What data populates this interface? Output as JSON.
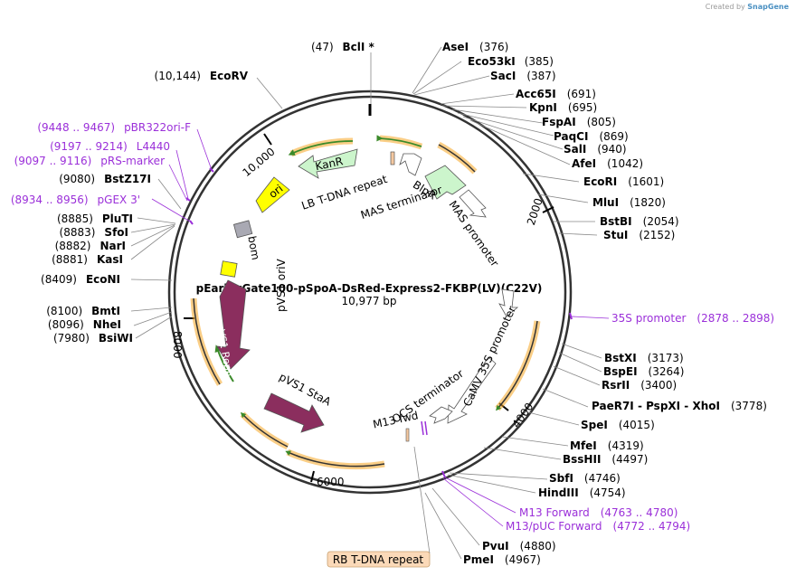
{
  "credit": {
    "prefix": "Created by",
    "brand": "SnapGene"
  },
  "plasmid": {
    "name": "pEarleyGate100-pSpoA-DsRed-Express2-FKBP(LV)(C22V)",
    "length": "10,977 bp"
  },
  "ticks": [
    "10,000",
    "2000",
    "4000",
    "6000",
    "8000"
  ],
  "sites": [
    {
      "pos": "(47)",
      "name": "BclI *"
    },
    {
      "name": "AseI",
      "pos": "(376)"
    },
    {
      "name": "Eco53kI",
      "pos": "(385)"
    },
    {
      "name": "SacI",
      "pos": "(387)"
    },
    {
      "name": "Acc65I",
      "pos": "(691)"
    },
    {
      "name": "KpnI",
      "pos": "(695)"
    },
    {
      "name": "FspAI",
      "pos": "(805)"
    },
    {
      "name": "PaqCI",
      "pos": "(869)"
    },
    {
      "name": "SalI",
      "pos": "(940)"
    },
    {
      "name": "AfeI",
      "pos": "(1042)"
    },
    {
      "name": "EcoRI",
      "pos": "(1601)"
    },
    {
      "name": "MluI",
      "pos": "(1820)"
    },
    {
      "name": "BstBI",
      "pos": "(2054)"
    },
    {
      "name": "StuI",
      "pos": "(2152)"
    },
    {
      "name": "BstXI",
      "pos": "(3173)"
    },
    {
      "name": "BspEI",
      "pos": "(3264)"
    },
    {
      "name": "RsrII",
      "pos": "(3400)"
    },
    {
      "name": "PaeR7I - PspXI - XhoI",
      "pos": "(3778)"
    },
    {
      "name": "SpeI",
      "pos": "(4015)"
    },
    {
      "name": "MfeI",
      "pos": "(4319)"
    },
    {
      "name": "BssHII",
      "pos": "(4497)"
    },
    {
      "name": "SbfI",
      "pos": "(4746)"
    },
    {
      "name": "HindIII",
      "pos": "(4754)"
    },
    {
      "name": "PvuI",
      "pos": "(4880)"
    },
    {
      "name": "PmeI",
      "pos": "(4967)"
    },
    {
      "pos": "(7980)",
      "name": "BsiWI"
    },
    {
      "pos": "(8096)",
      "name": "NheI"
    },
    {
      "pos": "(8100)",
      "name": "BmtI"
    },
    {
      "pos": "(8409)",
      "name": "EcoNI"
    },
    {
      "pos": "(8881)",
      "name": "KasI"
    },
    {
      "pos": "(8882)",
      "name": "NarI"
    },
    {
      "pos": "(8883)",
      "name": "SfoI"
    },
    {
      "pos": "(8885)",
      "name": "PluTI"
    },
    {
      "pos": "(9080)",
      "name": "BstZ17I"
    },
    {
      "pos": "(10,144)",
      "name": "EcoRV"
    }
  ],
  "primers": [
    {
      "name": "35S promoter",
      "range": "(2878 .. 2898)"
    },
    {
      "name": "M13 Forward",
      "range": "(4763 .. 4780)"
    },
    {
      "name": "M13/pUC Forward",
      "range": "(4772 .. 4794)"
    },
    {
      "range": "(9448 .. 9467)",
      "name": "pBR322ori-F"
    },
    {
      "range": "(9197 .. 9214)",
      "name": "L4440"
    },
    {
      "range": "(9097 .. 9116)",
      "name": "pRS-marker"
    },
    {
      "range": "(8934 .. 8956)",
      "name": "pGEX 3'"
    }
  ],
  "features": {
    "kanr": "KanR",
    "ori": "ori",
    "lb": "LB T-DNA repeat",
    "mas_term": "MAS terminator",
    "blpr": "BlpR",
    "mas_prom": "MAS promoter",
    "bom": "bom",
    "pvs1_oriv": "pVS1 oriV",
    "pvs1_repa": "pVS1 RepA",
    "pvs1_staa": "pVS1 StaA",
    "camv": "CaMV 35S promoter",
    "ocs": "OCS terminator",
    "m13fwd": "M13 fwd",
    "rb": "RB T-DNA repeat"
  },
  "colors": {
    "kanr": "#ccf5cc",
    "ori": "#ffff00",
    "pvs1": "#8b2e5e",
    "bom": "#a9a9b3",
    "orange": "#f5a623",
    "green": "#4caf50",
    "primer": "#9b30d9",
    "rb_box": "#fbd9b8"
  }
}
